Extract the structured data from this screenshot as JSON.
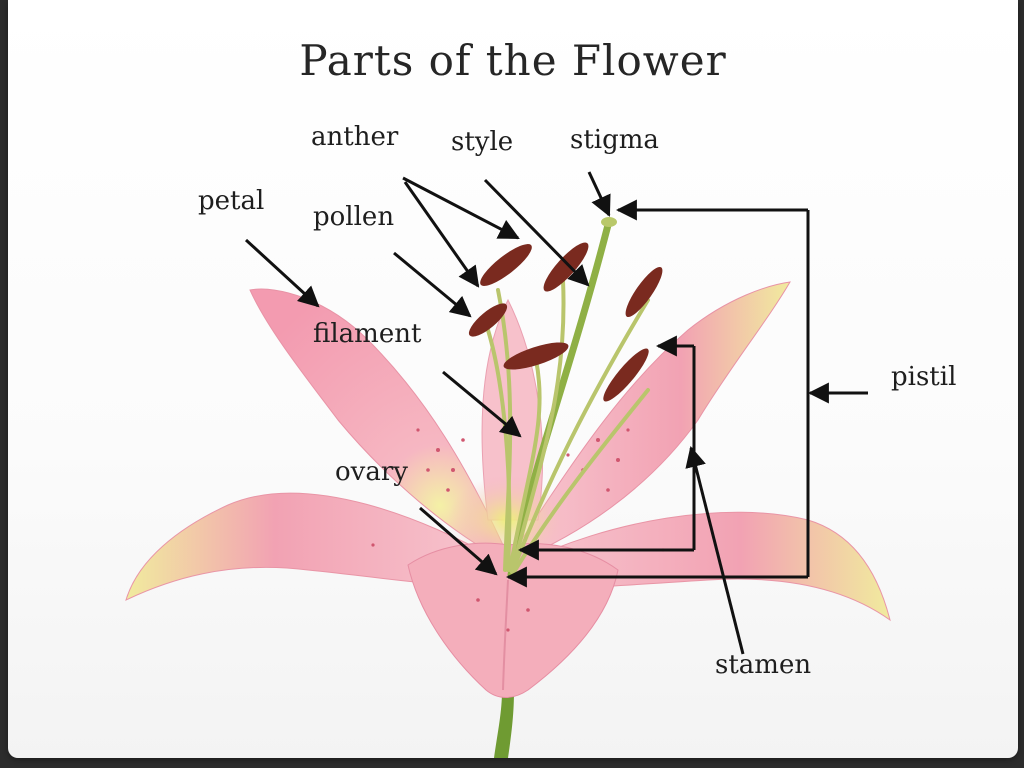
{
  "slide": {
    "title": "Parts of the Flower"
  },
  "labels": {
    "petal": "petal",
    "anther": "anther",
    "style": "style",
    "stigma": "stigma",
    "pollen": "pollen",
    "filament": "filament",
    "ovary": "ovary",
    "pistil": "pistil",
    "stamen": "stamen"
  },
  "colors": {
    "petal": "#f3a7b4",
    "petal_light": "#f9d3da",
    "petal_center": "#eef2a0",
    "stem": "#7fa63a",
    "filament": "#b7c269",
    "anther": "#7a2b22",
    "arrow": "#111111"
  }
}
